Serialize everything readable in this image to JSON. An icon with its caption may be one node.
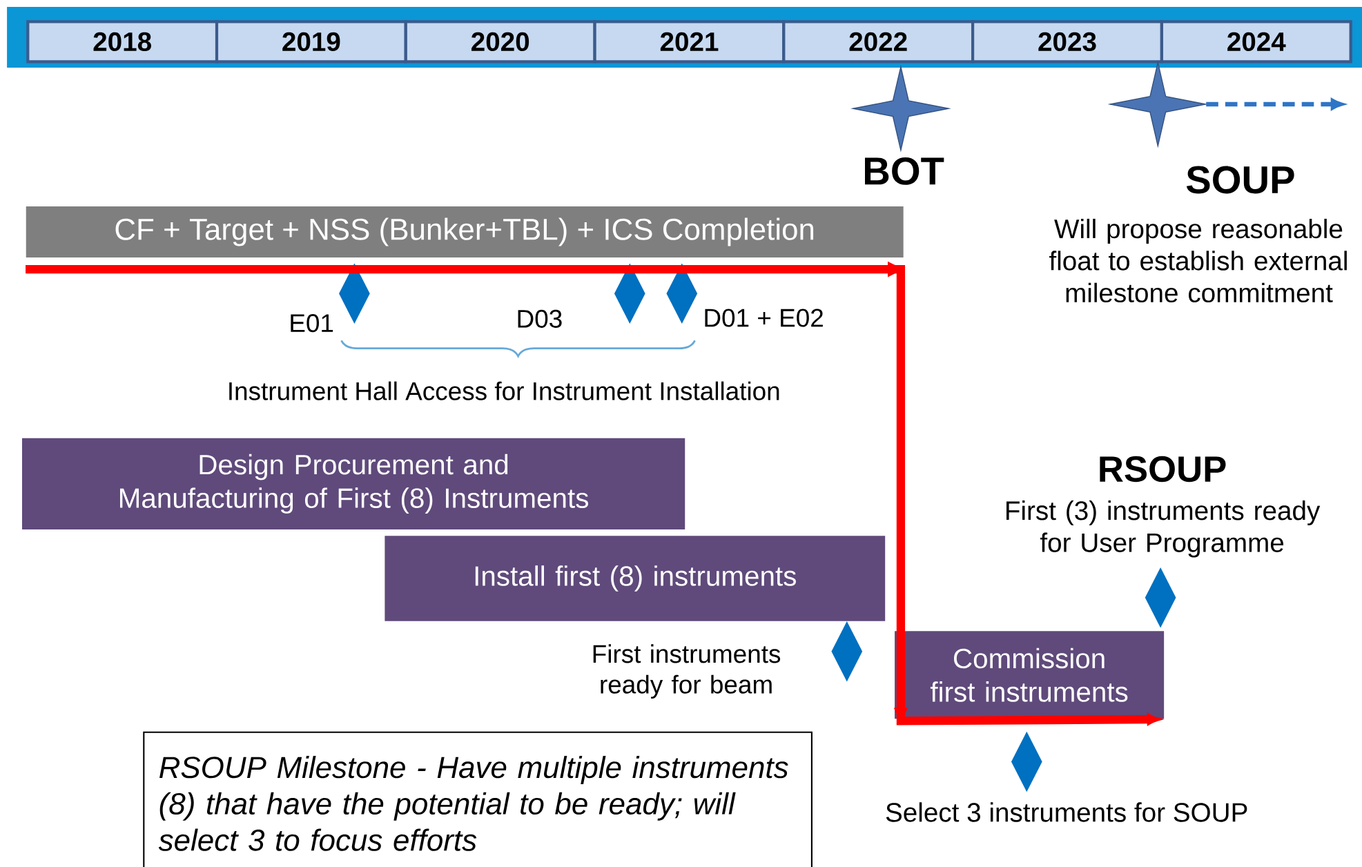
{
  "diagram": {
    "nodes": [
      {
        "text": [
          "2018"
        ]
      },
      {
        "text": [
          "2019"
        ]
      },
      {
        "text": [
          "2020"
        ]
      },
      {
        "text": [
          "2021"
        ]
      },
      {
        "text": [
          "2022"
        ]
      },
      {
        "text": [
          "2023"
        ]
      },
      {
        "text": [
          "2024"
        ]
      },
      {
        "text": [
          "CF + Target + NSS (Bunker+TBL) + ICS Completion"
        ]
      },
      {
        "text": [],
        "shape": "star",
        "beside": [
          "BOT"
        ]
      },
      {
        "text": [],
        "shape": "star",
        "beside": [
          "SOUP",
          "Will propose reasonable float to establish external milestone commitment"
        ]
      },
      {
        "text": [],
        "shape": "diamond",
        "beside": [
          "E01"
        ]
      },
      {
        "text": [],
        "shape": "diamond"
      },
      {
        "text": [],
        "shape": "diamond",
        "beside": [
          "D01 + E02"
        ]
      },
      {
        "text": [
          "Design Procurement and Manufacturing of First (8) Instruments"
        ]
      },
      {
        "text": [
          "Install first (8) instruments"
        ]
      },
      {
        "text": [],
        "shape": "diamond",
        "beside": [
          "RSOUP",
          "First (3) instruments ready for User Programme"
        ]
      },
      {
        "text": [],
        "shape": "diamond"
      },
      {
        "text": [
          "Commission first instruments"
        ]
      },
      {
        "text": [],
        "shape": "diamond",
        "beside": [
          "Select 3 instruments for SOUP"
        ]
      },
      {
        "text": [
          "RSOUP Milestone - Have multiple instruments (8) that have the potential to be ready; will select 3 to focus efforts"
        ]
      }
    ],
    "edges": [
      {
        "from": 9,
        "to": null,
        "arrow": "to",
        "style": "dashed",
        "color": "#2e75c6"
      },
      {
        "from": 7,
        "to": 17,
        "arrow": "to",
        "style": "thick",
        "color": "#ff0000"
      }
    ],
    "labels": [
      "D03",
      "Instrument Hall Access for Instrument Installation",
      "First instruments ready for beam"
    ]
  }
}
